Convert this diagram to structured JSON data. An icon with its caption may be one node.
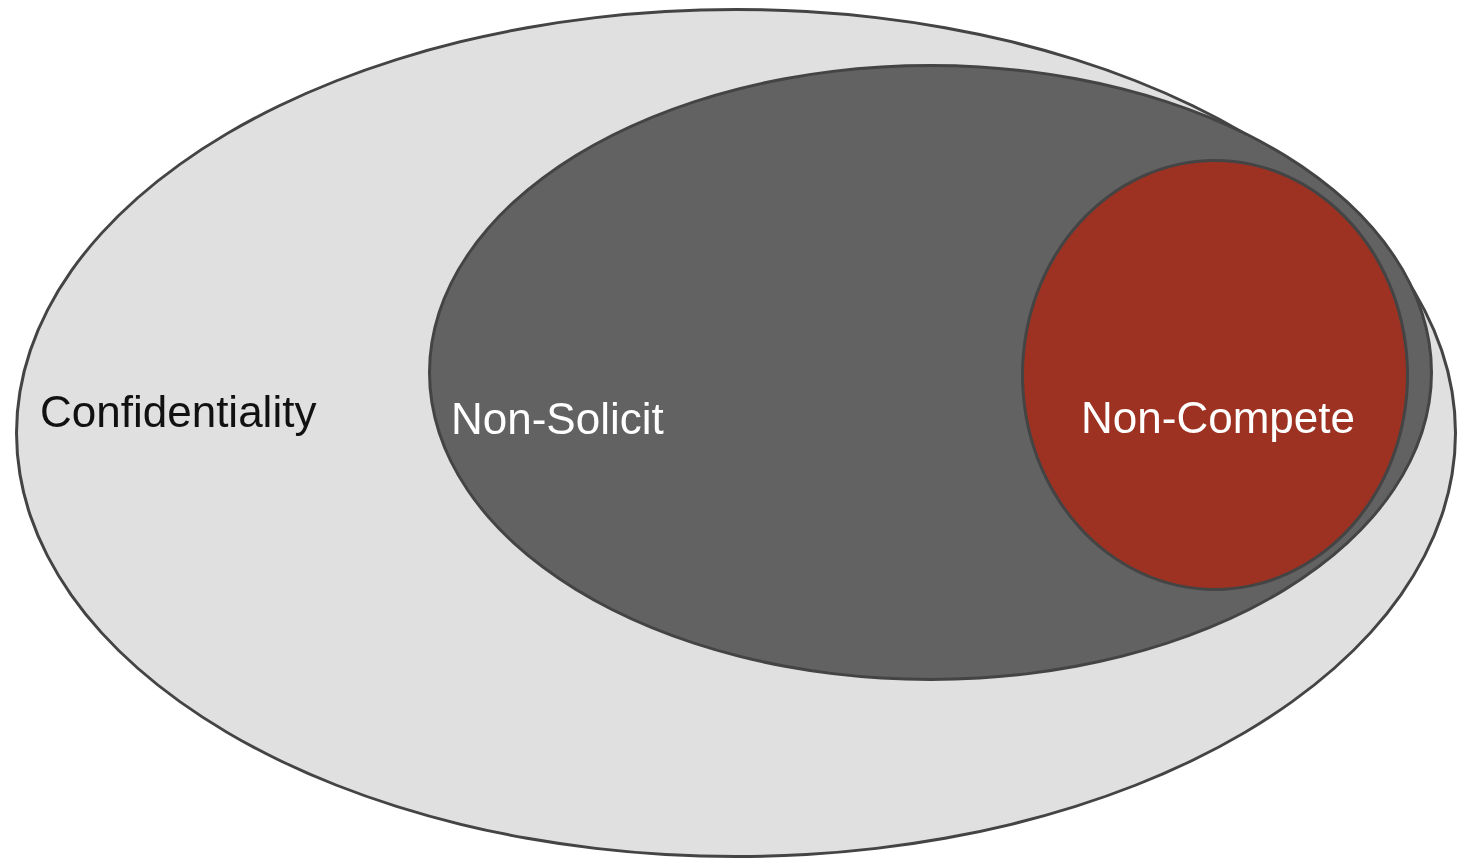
{
  "diagram": {
    "nodes": [
      {
        "text": [
          "Confidentiality"
        ]
      },
      {
        "text": [
          "Non-Solicit"
        ],
        "in": 0
      },
      {
        "text": [
          "Non-Compete"
        ],
        "in": 1
      }
    ]
  }
}
